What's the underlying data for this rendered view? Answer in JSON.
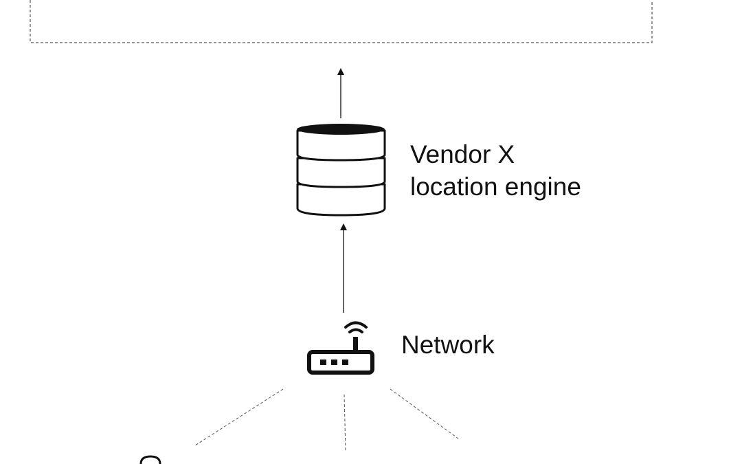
{
  "location_engine": {
    "name_line1": "Vendor X",
    "name_line2": "location engine",
    "icon": "database-icon"
  },
  "network": {
    "name": "Network",
    "icon": "wifi-router-icon"
  },
  "colors": {
    "stroke": "#111111",
    "dashed_line": "#555555",
    "background": "#ffffff"
  }
}
